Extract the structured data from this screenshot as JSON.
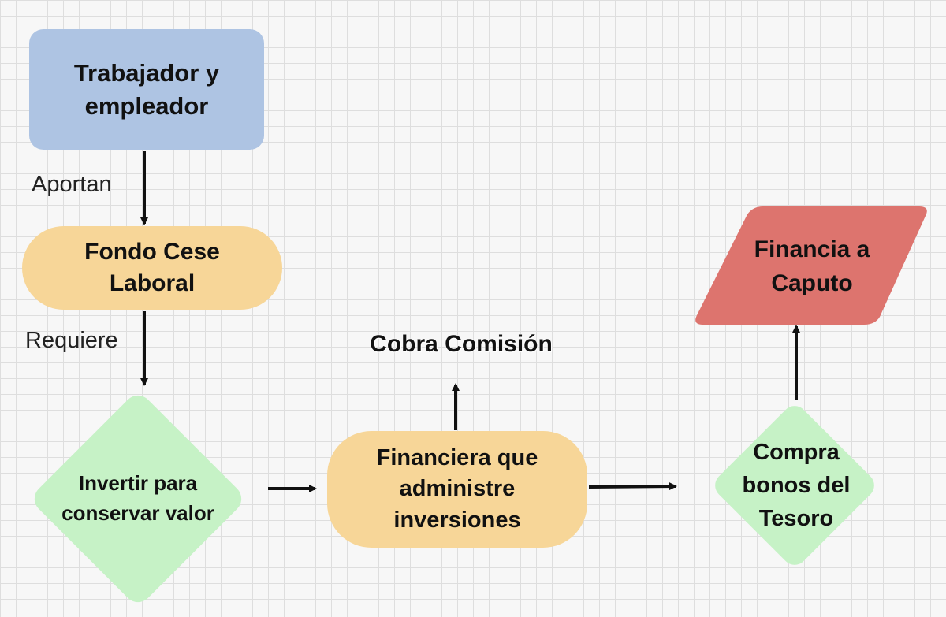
{
  "nodes": {
    "trabajador": {
      "lines": [
        "Trabajador y",
        "empleador"
      ],
      "color": "#aec4e3"
    },
    "fondo": {
      "lines": [
        "Fondo Cese",
        "Laboral"
      ],
      "color": "#f7d698"
    },
    "invertir": {
      "lines": [
        "Invertir para",
        "conservar",
        "valor"
      ],
      "color": "#c6f2c6"
    },
    "financiera": {
      "lines": [
        "Financiera que",
        "administre",
        "inversiones"
      ],
      "color": "#f7d698"
    },
    "compra": {
      "lines": [
        "Compra",
        "bonos del",
        "Tesoro"
      ],
      "color": "#c6f2c6"
    },
    "financia": {
      "lines": [
        "Financia a",
        "Caputo"
      ],
      "color": "#dd746e"
    },
    "cobra": {
      "text": "Cobra Comisión"
    }
  },
  "edges": {
    "aportan": "Aportan",
    "requiere": "Requiere"
  },
  "colors": {
    "arrow": "#111111",
    "grid": "#dedede",
    "background": "#f7f7f7"
  }
}
